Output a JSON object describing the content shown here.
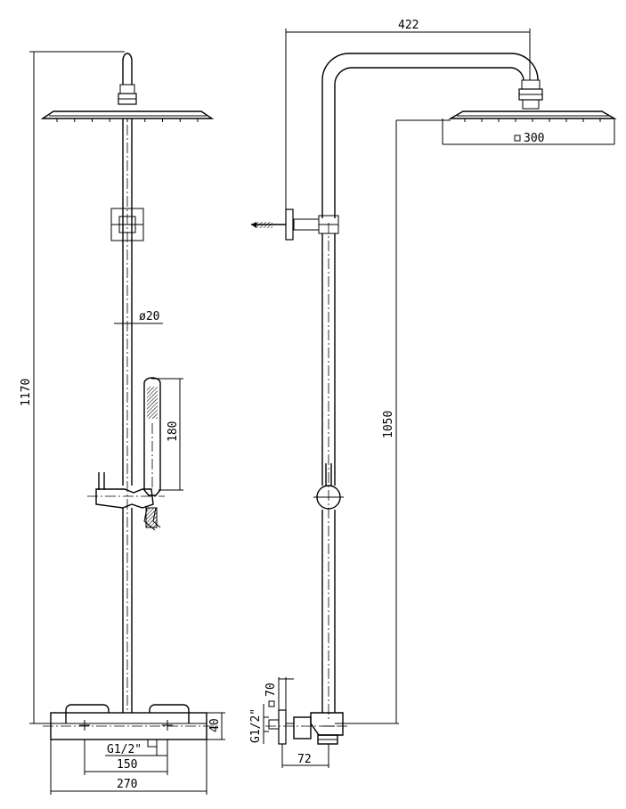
{
  "front_view": {
    "dimensions": {
      "total_height": "1170",
      "pipe_diameter": "ø20",
      "hand_shower_length": "180",
      "inlet_thread": "G1/2\"",
      "inlet_centers": "150",
      "mixer_width": "270",
      "mixer_height": "40"
    }
  },
  "side_view": {
    "dimensions": {
      "arm_projection": "422",
      "head_size": "300",
      "head_height": "1050",
      "flange_size": "70",
      "inlet_thread": "G1/2\"",
      "wall_offset": "72"
    }
  }
}
